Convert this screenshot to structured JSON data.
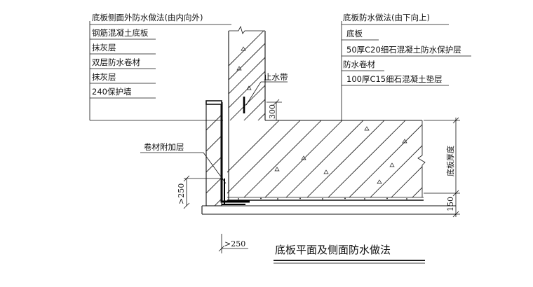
{
  "left_legend": {
    "heading": "底板侧面外防水做法(由内向外)",
    "items": [
      "钢筋混凝土底板",
      "抹灰层",
      "双层防水卷材",
      "抹灰层",
      "240保护墙"
    ]
  },
  "right_legend": {
    "heading": "底板防水做法(由下向上)",
    "items": [
      "底板",
      "50厚C20细石混凝土防水保护层",
      "防水卷材",
      "100厚C15细石混凝土垫层"
    ]
  },
  "callouts": {
    "waterstop": "止水带",
    "additional_layer": "卷材附加层"
  },
  "dimensions": {
    "d300": "300",
    "d250_vertical": ">250",
    "d250_horizontal": ">250",
    "slab_thickness": "底板厚度",
    "d150": "150"
  },
  "title": "底板平面及侧面防水做法"
}
